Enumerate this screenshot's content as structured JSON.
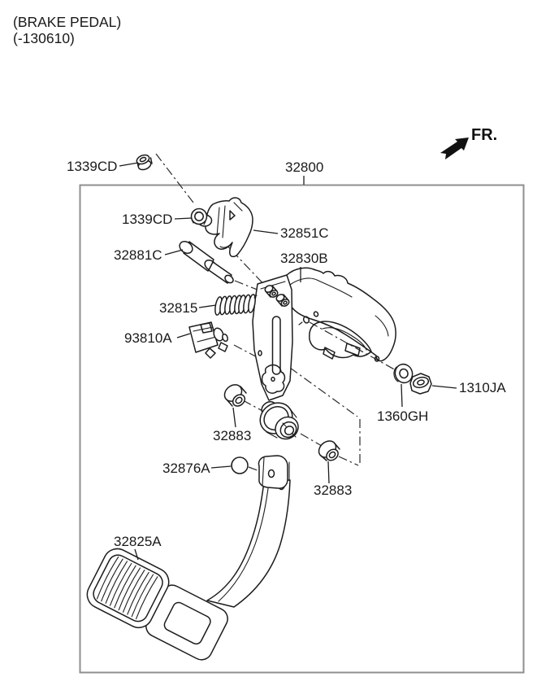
{
  "header": {
    "title": "(BRAKE PEDAL)",
    "code": "(-130610)"
  },
  "direction": {
    "label": "FR."
  },
  "assembly": {
    "label": "32800"
  },
  "parts": [
    {
      "label": "1339CD"
    },
    {
      "label": "1339CD"
    },
    {
      "label": "32851C"
    },
    {
      "label": "32881C"
    },
    {
      "label": "32830B"
    },
    {
      "label": "32815"
    },
    {
      "label": "93810A"
    },
    {
      "label": "1310JA"
    },
    {
      "label": "1360GH"
    },
    {
      "label": "32883"
    },
    {
      "label": "32876A"
    },
    {
      "label": "32883"
    },
    {
      "label": "32825A"
    }
  ],
  "colors": {
    "line": "#1c1c1c",
    "border": "#8f8f8f",
    "background": "#ffffff",
    "text": "#1a1a1a"
  }
}
